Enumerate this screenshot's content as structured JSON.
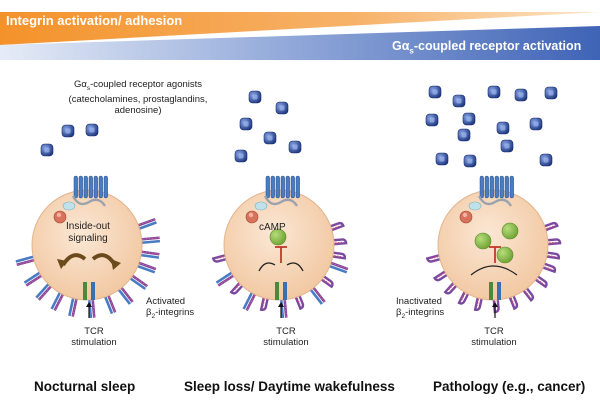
{
  "banner": {
    "left_title": "Integrin activation/ adhesion",
    "right_title_main": "Gα",
    "right_title_sub": "s",
    "right_title_rest": "-coupled receptor activation",
    "left_color": "#f08a1e",
    "right_color": "#3f63b6"
  },
  "agonists": {
    "line1_main": "Gα",
    "line1_sub": "s",
    "line1_rest": "-coupled receptor agonists",
    "line2": "(catecholamines, prostaglandins, adenosine)"
  },
  "panels": [
    {
      "caption": "Nocturnal sleep",
      "inner_label_1": "Inside-out",
      "inner_label_2": "signaling",
      "side_label_1": "Activated",
      "side_label_2_main": "β",
      "side_label_2_sub": "2",
      "side_label_2_rest": "-integrins",
      "tcr_1": "TCR",
      "tcr_2": "stimulation"
    },
    {
      "caption": "Sleep loss/ Daytime wakefulness",
      "inner_label_1": "cAMP",
      "tcr_1": "TCR",
      "tcr_2": "stimulation"
    },
    {
      "caption": "Pathology (e.g., cancer)",
      "side_label_1": "Inactivated",
      "side_label_2_main": "β",
      "side_label_2_sub": "2",
      "side_label_2_rest": "-integrins",
      "tcr_1": "TCR",
      "tcr_2": "stimulation"
    }
  ],
  "colors": {
    "cell_fill": "#f6d6b8",
    "cell_edge": "#e2b48c",
    "agonist_fill": "#2e4e9c",
    "camp_fill": "#8cc04a",
    "inhibit": "#c0392b",
    "receptor": "#3a6fb0",
    "integrin": "#7b4aa0"
  }
}
